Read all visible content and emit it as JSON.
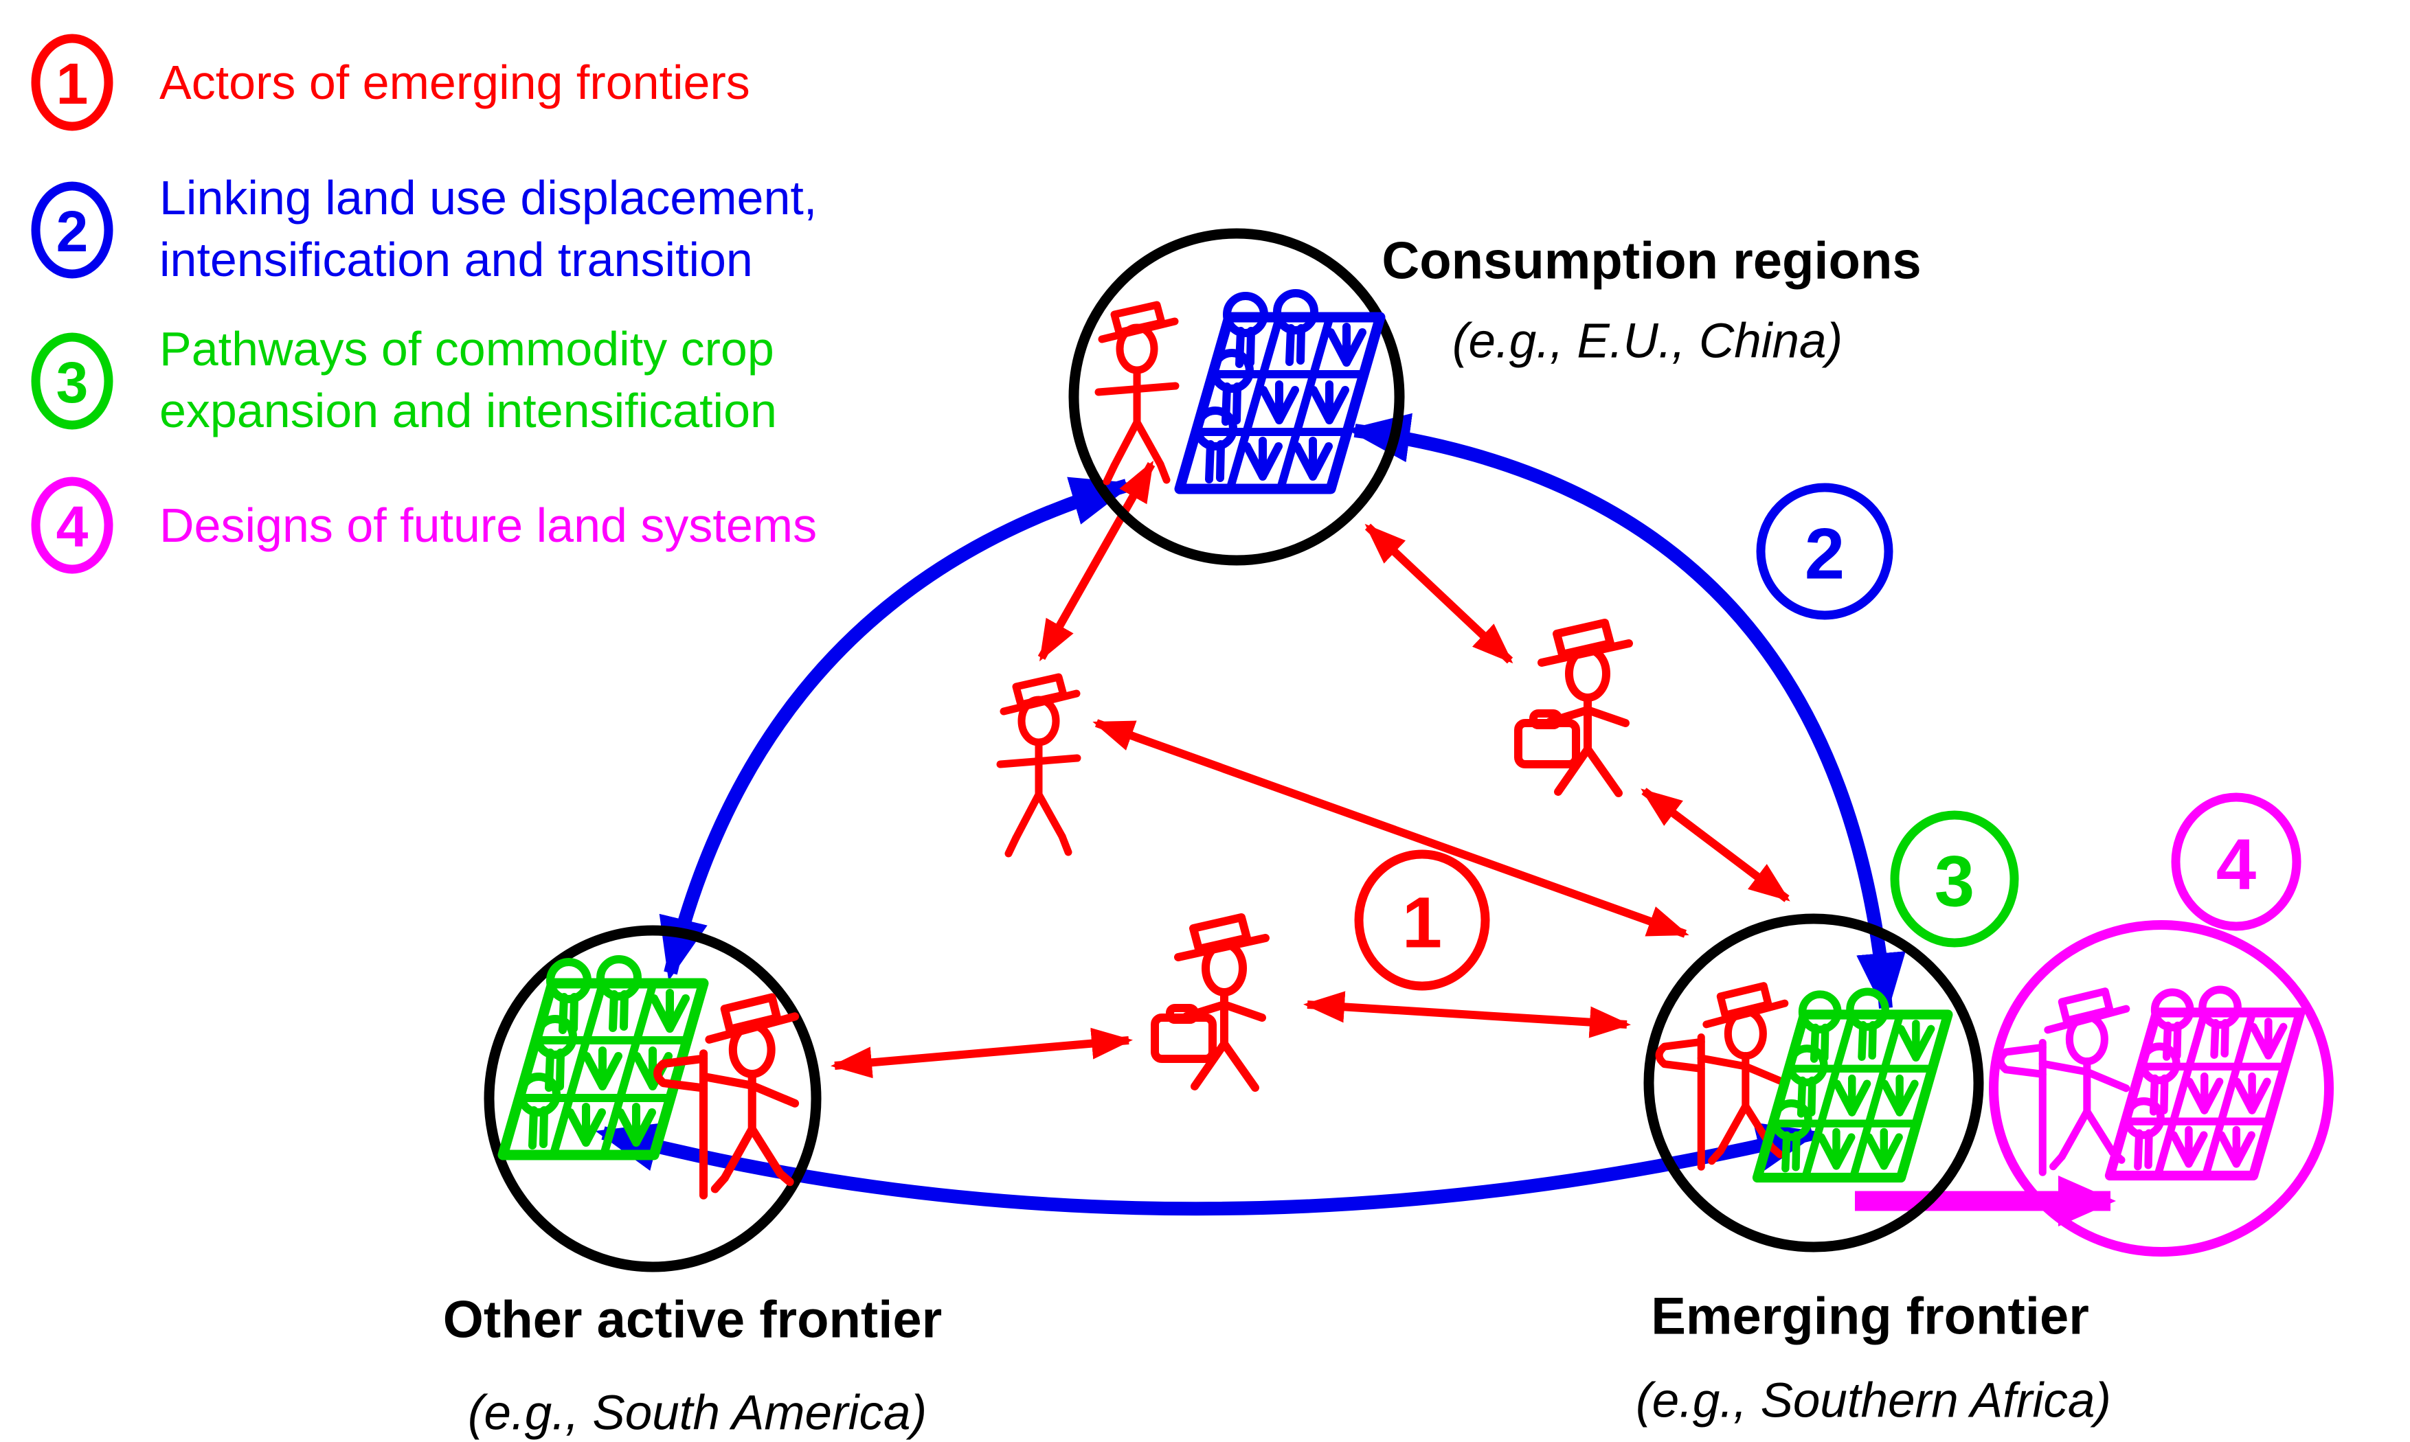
{
  "colors": {
    "actors_red": "#ff0000",
    "linking_blue": "#0000ee",
    "pathways_green": "#00d400",
    "designs_magenta": "#ff00ff",
    "node_outline_black": "#000000",
    "background": "#ffffff"
  },
  "legend": {
    "items": [
      {
        "number": "1",
        "color": "#ff0000",
        "lines": [
          "Actors of emerging frontiers"
        ]
      },
      {
        "number": "2",
        "color": "#0000ee",
        "lines": [
          "Linking land use displacement,",
          "intensification and transition"
        ]
      },
      {
        "number": "3",
        "color": "#00d400",
        "lines": [
          "Pathways of commodity crop",
          "expansion and intensification"
        ]
      },
      {
        "number": "4",
        "color": "#ff00ff",
        "lines": [
          "Designs of future land systems"
        ]
      }
    ]
  },
  "badges": {
    "actors": "1",
    "linking": "2",
    "pathways": "3",
    "designs": "4"
  },
  "nodes": {
    "consumption": {
      "title": "Consumption regions",
      "subtitle": "(e.g., E.U., China)"
    },
    "other_frontier": {
      "title": "Other active frontier",
      "subtitle": "(e.g., South America)"
    },
    "emerging_frontier": {
      "title": "Emerging frontier",
      "subtitle": "(e.g., Southern Africa)"
    }
  },
  "icons": {
    "consumption": [
      "person-hat-icon-red",
      "crop-field-icon-blue"
    ],
    "other_frontier": [
      "crop-field-icon-green",
      "farmer-flag-icon-red"
    ],
    "emerging_frontier": [
      "farmer-flag-icon-red",
      "crop-field-icon-green"
    ],
    "future_design": [
      "farmer-flag-icon-magenta",
      "crop-field-icon-magenta"
    ],
    "middle_actors": [
      "person-hat-icon-red",
      "trader-briefcase-icon-red",
      "trader-briefcase-icon-red"
    ]
  }
}
